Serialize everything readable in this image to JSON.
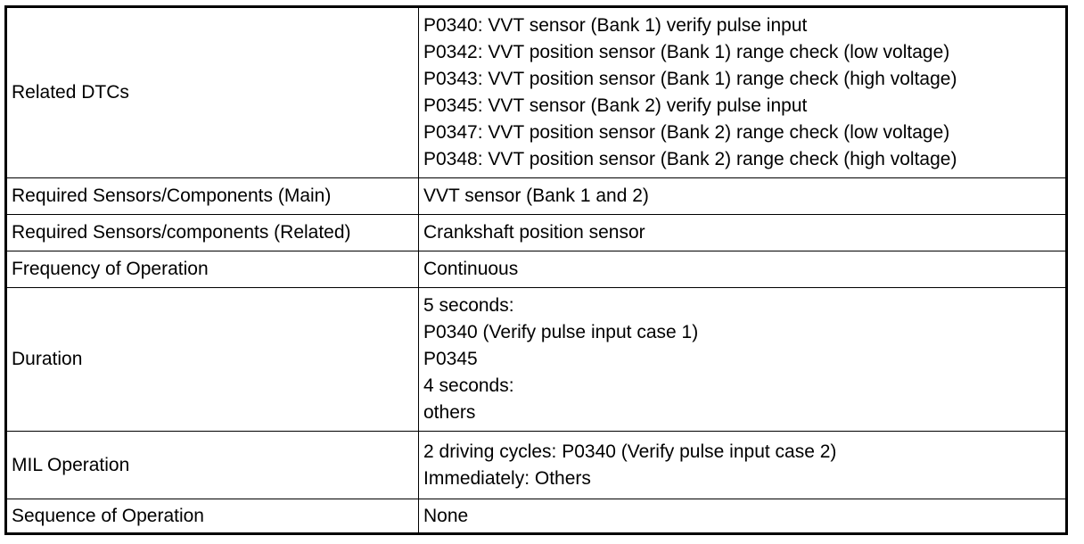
{
  "table": {
    "rows": [
      {
        "label": "Related DTCs",
        "lines": [
          "P0340: VVT sensor (Bank 1) verify pulse input",
          "P0342: VVT position sensor (Bank 1) range check (low voltage)",
          "P0343: VVT position sensor (Bank 1) range check (high voltage)",
          "P0345: VVT sensor (Bank 2) verify pulse input",
          "P0347: VVT position sensor (Bank 2) range check (low voltage)",
          "P0348: VVT position sensor (Bank 2) range check (high voltage)"
        ]
      },
      {
        "label": "Required Sensors/Components (Main)",
        "lines": [
          "VVT sensor (Bank 1 and 2)"
        ]
      },
      {
        "label": "Required Sensors/components (Related)",
        "lines": [
          "Crankshaft position sensor"
        ]
      },
      {
        "label": "Frequency of Operation",
        "lines": [
          "Continuous"
        ]
      },
      {
        "label": "Duration",
        "lines": [
          "5 seconds:",
          "P0340 (Verify pulse input case 1)",
          "P0345",
          "4 seconds:",
          "others"
        ]
      },
      {
        "label": "MIL Operation",
        "lines": [
          "2 driving cycles: P0340 (Verify pulse input case 2)",
          "Immediately: Others"
        ]
      },
      {
        "label": "Sequence of Operation",
        "lines": [
          "None"
        ]
      }
    ]
  }
}
